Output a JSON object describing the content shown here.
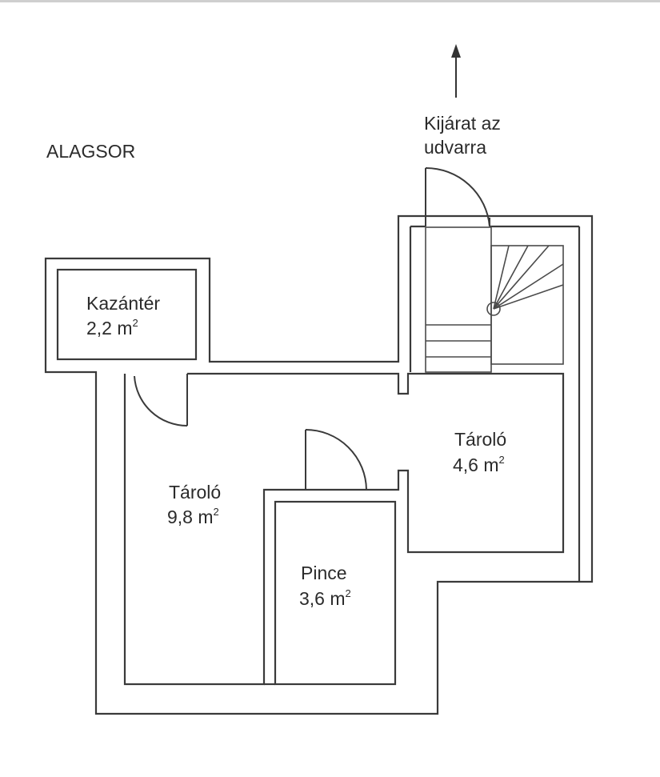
{
  "plan": {
    "floor_title": "ALAGSOR",
    "exit": {
      "line1": "Kijárat az",
      "line2": "udvarra"
    },
    "rooms": {
      "boiler": {
        "name": "Kazántér",
        "area": "2,2 m",
        "exp": "2"
      },
      "storage_large": {
        "name": "Tároló",
        "area": "9,8 m",
        "exp": "2"
      },
      "storage_small": {
        "name": "Tároló",
        "area": "4,6 m",
        "exp": "2"
      },
      "cellar": {
        "name": "Pince",
        "area": "3,6 m",
        "exp": "2"
      }
    },
    "colors": {
      "wall": "#3a3a3a",
      "text": "#2b2b2b",
      "background": "#ffffff"
    }
  }
}
